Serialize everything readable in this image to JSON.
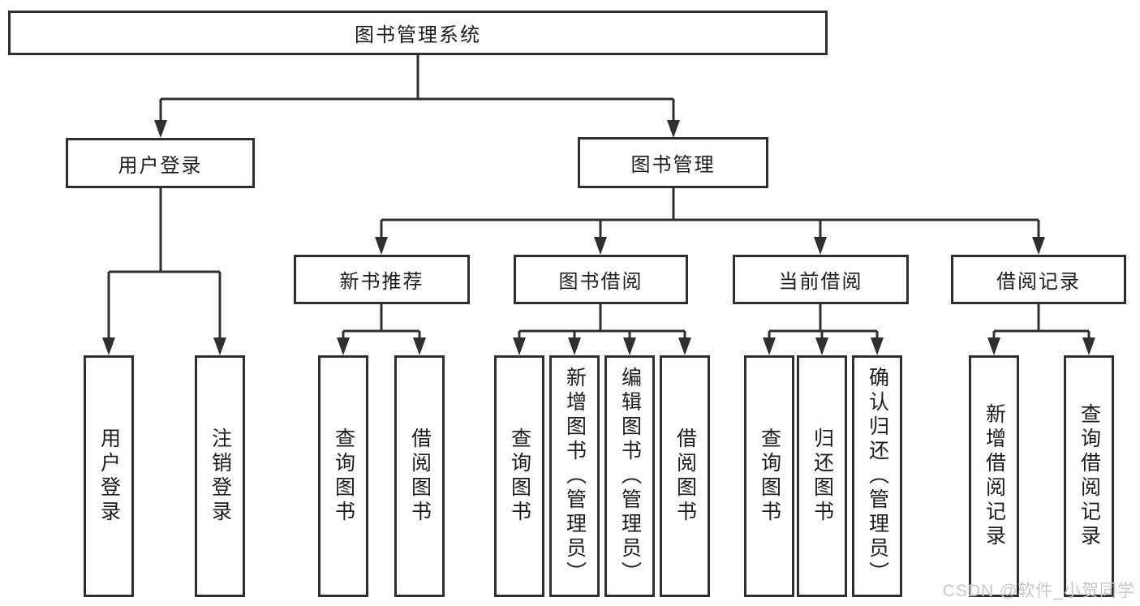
{
  "diagram": {
    "title": "图书管理系统",
    "level2": {
      "user_login": "用户登录",
      "book_mgmt": "图书管理"
    },
    "level3": {
      "new_book": "新书推荐",
      "book_borrow": "图书借阅",
      "current_borrow": "当前借阅",
      "borrow_records": "借阅记录"
    },
    "leaves": {
      "user_login": "用户登录",
      "logout": "注销登录",
      "newbook_query": "查询图书",
      "newbook_borrow": "借阅图书",
      "borrow_query": "查询图书",
      "borrow_add": "新增图书（管理员）",
      "borrow_edit": "编辑图书（管理员）",
      "borrow_do": "借阅图书",
      "current_query": "查询图书",
      "current_return": "归还图书",
      "current_confirm": "确认归还（管理员）",
      "records_add": "新增借阅记录",
      "records_query": "查询借阅记录"
    }
  },
  "watermark": "CSDN @软件_小贺同学",
  "colors": {
    "line": "#2f2f2f",
    "text": "#1c1c1c",
    "background": "#ffffff",
    "watermark": "#c8c8c8"
  }
}
